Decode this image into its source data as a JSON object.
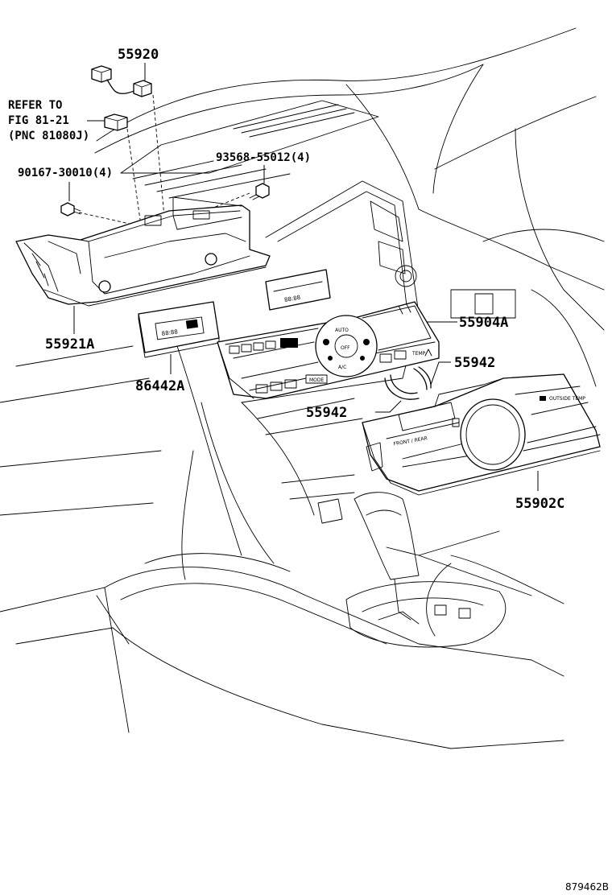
{
  "labels": {
    "p55920": "55920",
    "refer_line1": "REFER TO",
    "refer_line2": "FIG 81-21",
    "refer_line3": "(PNC 81080J)",
    "p93568": "93568-55012(4)",
    "p90167": "90167-30010(4)",
    "p55904a": "55904A",
    "p55921a": "55921A",
    "p55942_right": "55942",
    "p86442a": "86442A",
    "p55942_left": "55942",
    "p55902c": "55902C"
  },
  "panel_text": {
    "auto": "AUTO",
    "off": "OFF",
    "ac": "A/C",
    "mode": "MODE",
    "temp": "TEMP",
    "front_rear": "FRONT / REAR",
    "outside_temp": "OUTSIDE TEMP"
  },
  "diagram_code": "879462B"
}
